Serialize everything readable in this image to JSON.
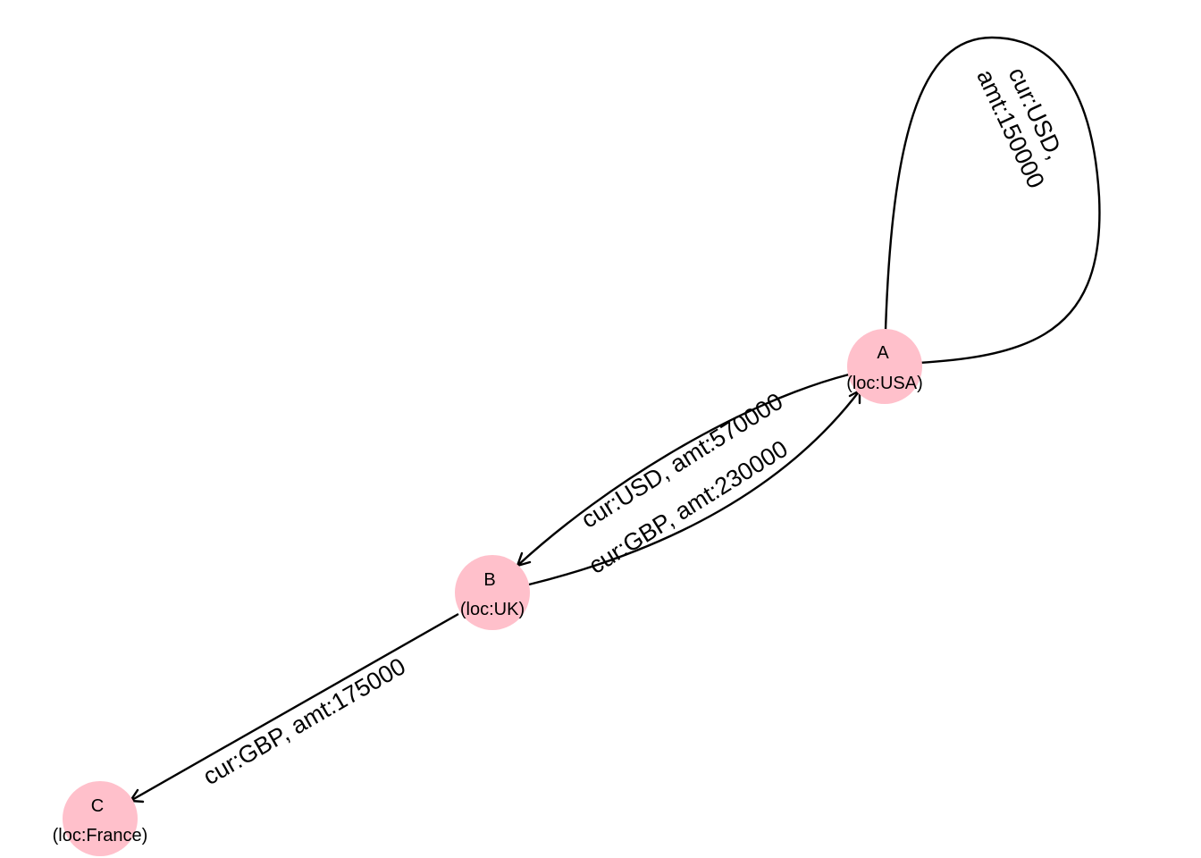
{
  "colors": {
    "node_fill": "#ffc0cb",
    "edge": "#000000",
    "text": "#000000"
  },
  "nodes": [
    {
      "id": "A",
      "name": "A",
      "loc": "(loc:USA)"
    },
    {
      "id": "B",
      "name": "B",
      "loc": "(loc:UK)"
    },
    {
      "id": "C",
      "name": "C",
      "loc": "(loc:France)"
    }
  ],
  "edges": [
    {
      "id": "a-self",
      "from": "A",
      "to": "A",
      "label_lines": [
        "cur:USD,",
        "amt:150000"
      ]
    },
    {
      "id": "a-b",
      "from": "A",
      "to": "B",
      "label_lines": [
        "cur:USD, amt:570000"
      ]
    },
    {
      "id": "b-a",
      "from": "B",
      "to": "A",
      "label_lines": [
        "cur:GBP, amt:230000"
      ]
    },
    {
      "id": "b-c",
      "from": "B",
      "to": "C",
      "label_lines": [
        "cur:GBP, amt:175000"
      ]
    }
  ]
}
